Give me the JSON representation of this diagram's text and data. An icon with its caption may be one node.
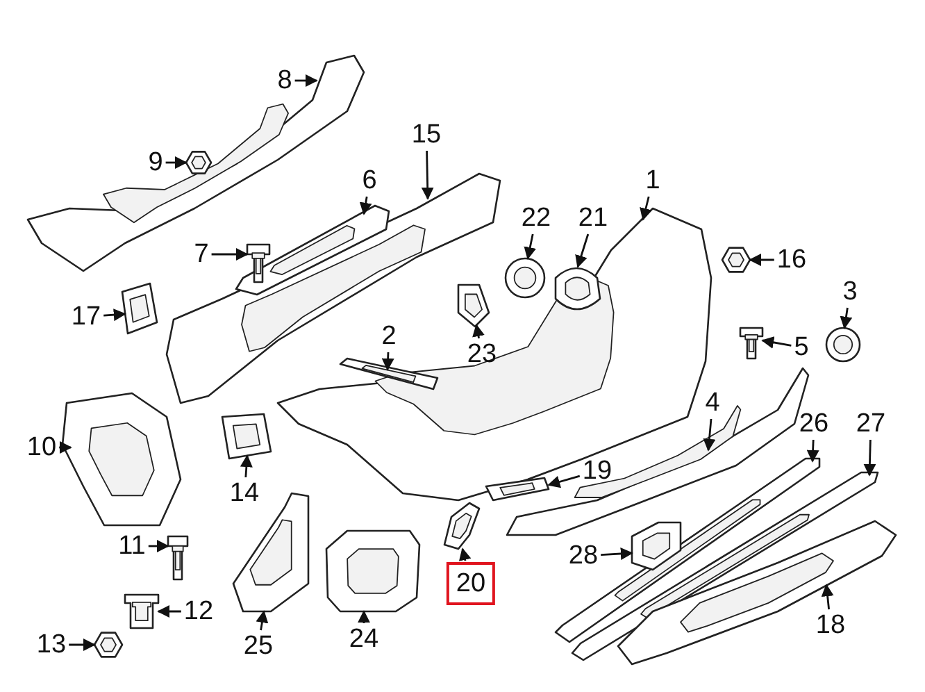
{
  "diagram": {
    "nodes": [
      {
        "text": [
          "1"
        ]
      },
      {
        "text": [
          "2"
        ]
      },
      {
        "text": [
          "3"
        ]
      },
      {
        "text": [
          "4"
        ]
      },
      {
        "text": [
          "5"
        ]
      },
      {
        "text": [
          "6"
        ]
      },
      {
        "text": [
          "7"
        ]
      },
      {
        "text": [
          "8"
        ]
      },
      {
        "text": [
          "9"
        ]
      },
      {
        "text": [
          "10"
        ]
      },
      {
        "text": [
          "11"
        ]
      },
      {
        "text": [
          "12"
        ]
      },
      {
        "text": [
          "13"
        ]
      },
      {
        "text": [
          "14"
        ]
      },
      {
        "text": [
          "15"
        ]
      },
      {
        "text": [
          "16"
        ]
      },
      {
        "text": [
          "17"
        ]
      },
      {
        "text": [
          "18"
        ]
      },
      {
        "text": [
          "19"
        ]
      },
      {
        "text": [
          "20"
        ]
      },
      {
        "text": [
          "21"
        ]
      },
      {
        "text": [
          "22"
        ]
      },
      {
        "text": [
          "23"
        ]
      },
      {
        "text": [
          "24"
        ]
      },
      {
        "text": [
          "25"
        ]
      },
      {
        "text": [
          "26"
        ]
      },
      {
        "text": [
          "27"
        ]
      },
      {
        "text": [
          "28"
        ]
      },
      {
        "text": [],
        "shape": "picture"
      },
      {
        "text": [],
        "shape": "picture"
      },
      {
        "text": [],
        "shape": "picture"
      },
      {
        "text": [],
        "shape": "picture"
      },
      {
        "text": [],
        "shape": "picture"
      },
      {
        "text": [],
        "shape": "picture"
      },
      {
        "text": [],
        "shape": "picture"
      },
      {
        "text": [],
        "shape": "picture"
      },
      {
        "text": [],
        "shape": "picture"
      },
      {
        "text": [],
        "shape": "picture"
      },
      {
        "text": [],
        "shape": "picture"
      },
      {
        "text": [],
        "shape": "picture"
      },
      {
        "text": [],
        "shape": "picture"
      },
      {
        "text": [],
        "shape": "picture"
      },
      {
        "text": [],
        "shape": "picture"
      },
      {
        "text": [],
        "shape": "picture"
      },
      {
        "text": [],
        "shape": "picture"
      },
      {
        "text": [],
        "shape": "picture"
      },
      {
        "text": [],
        "shape": "picture"
      },
      {
        "text": [],
        "shape": "picture"
      },
      {
        "text": [],
        "shape": "picture"
      },
      {
        "text": [],
        "shape": "picture"
      },
      {
        "text": [],
        "shape": "picture"
      },
      {
        "text": [],
        "shape": "picture"
      },
      {
        "text": [],
        "shape": "picture"
      },
      {
        "text": [],
        "shape": "picture"
      },
      {
        "text": [],
        "shape": "picture"
      },
      {
        "text": [],
        "shape": "picture"
      }
    ],
    "edges": [
      {
        "from": 0,
        "to": 28,
        "arrow": "to"
      },
      {
        "from": 1,
        "to": 29,
        "arrow": "to"
      },
      {
        "from": 2,
        "to": 30,
        "arrow": "to"
      },
      {
        "from": 3,
        "to": 31,
        "arrow": "to"
      },
      {
        "from": 4,
        "to": 32,
        "arrow": "to"
      },
      {
        "from": 5,
        "to": 33,
        "arrow": "to"
      },
      {
        "from": 6,
        "to": 34,
        "arrow": "to"
      },
      {
        "from": 7,
        "to": 35,
        "arrow": "to"
      },
      {
        "from": 8,
        "to": 36,
        "arrow": "to"
      },
      {
        "from": 9,
        "to": 37,
        "arrow": "to"
      },
      {
        "from": 10,
        "to": 38,
        "arrow": "to"
      },
      {
        "from": 11,
        "to": 39,
        "arrow": "to"
      },
      {
        "from": 12,
        "to": 40,
        "arrow": "to"
      },
      {
        "from": 13,
        "to": 41,
        "arrow": "to"
      },
      {
        "from": 14,
        "to": 42,
        "arrow": "to"
      },
      {
        "from": 15,
        "to": 43,
        "arrow": "to"
      },
      {
        "from": 16,
        "to": 44,
        "arrow": "to"
      },
      {
        "from": 17,
        "to": 45,
        "arrow": "to"
      },
      {
        "from": 18,
        "to": 46,
        "arrow": "to"
      },
      {
        "from": 19,
        "to": 47,
        "arrow": "to"
      },
      {
        "from": 20,
        "to": 48,
        "arrow": "to"
      },
      {
        "from": 21,
        "to": 49,
        "arrow": "to"
      },
      {
        "from": 22,
        "to": 50,
        "arrow": "to"
      },
      {
        "from": 23,
        "to": 51,
        "arrow": "to"
      },
      {
        "from": 24,
        "to": 52,
        "arrow": "to"
      },
      {
        "from": 25,
        "to": 53,
        "arrow": "to"
      },
      {
        "from": 26,
        "to": 54,
        "arrow": "to"
      },
      {
        "from": 27,
        "to": 55,
        "arrow": "to"
      }
    ]
  }
}
